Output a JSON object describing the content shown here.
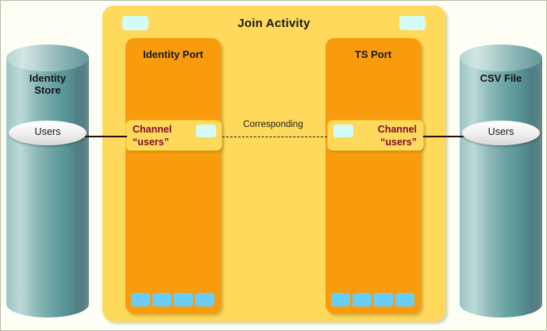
{
  "diagram": {
    "title": "Join Activity",
    "background_color": "#fdfff5",
    "panel_color": "#ffd95b",
    "port_color": "#f89c0e",
    "chip_color": "#69cdf7",
    "header_chip_color": "#d3fcf9",
    "channel_text_color": "#7b0d2b"
  },
  "activity": {
    "title": "Join Activity",
    "ports": [
      {
        "id": "identity-port",
        "title": "Identity Port",
        "channel": {
          "line1": "Channel",
          "line2": "“users”"
        },
        "chips": [
          "chip-1",
          "chip-2",
          "chip-3",
          "chip-4"
        ]
      },
      {
        "id": "ts-port",
        "title": "TS Port",
        "channel": {
          "line1": "Channel",
          "line2": "“users”"
        },
        "chips": [
          "chip-1",
          "chip-2",
          "chip-3",
          "chip-4"
        ]
      }
    ],
    "header_chips": [
      "header-chip-left",
      "header-chip-right"
    ],
    "link_label": "Corresponding"
  },
  "datastores": [
    {
      "id": "identity-store",
      "line1": "Identity",
      "line2": "Store",
      "table": "Users"
    },
    {
      "id": "csv-file",
      "line1": "CSV File",
      "line2": "",
      "table": "Users"
    }
  ]
}
